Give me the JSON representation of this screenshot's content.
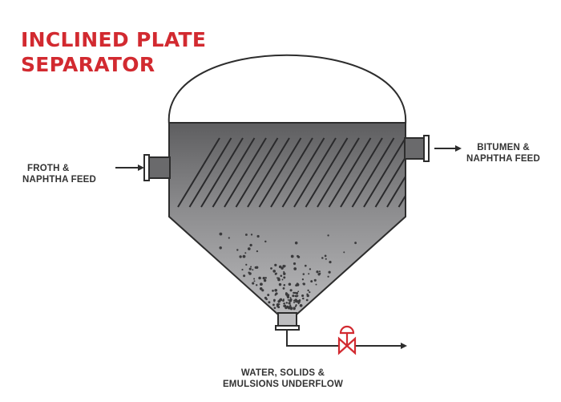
{
  "title": {
    "line1": "INCLINED PLATE",
    "line2": "SEPARATOR"
  },
  "labels": {
    "inlet": {
      "line1": "FROTH &",
      "line2": "NAPHTHA FEED"
    },
    "overflow": {
      "line1": "BITUMEN &",
      "line2": "NAPHTHA FEED"
    },
    "underflow": {
      "line1": "WATER, SOLIDS &",
      "line2": "EMULSIONS UNDERFLOW"
    }
  },
  "colors": {
    "title": "#d22a30",
    "valve": "#d22a30",
    "vessel_top": "#5e5e60",
    "vessel_bottom": "#b4b4b6",
    "outline": "#2d2d2d",
    "text": "#333333"
  },
  "icons": {
    "valve": "control-valve-icon",
    "arrows": "arrow-right-icon"
  }
}
